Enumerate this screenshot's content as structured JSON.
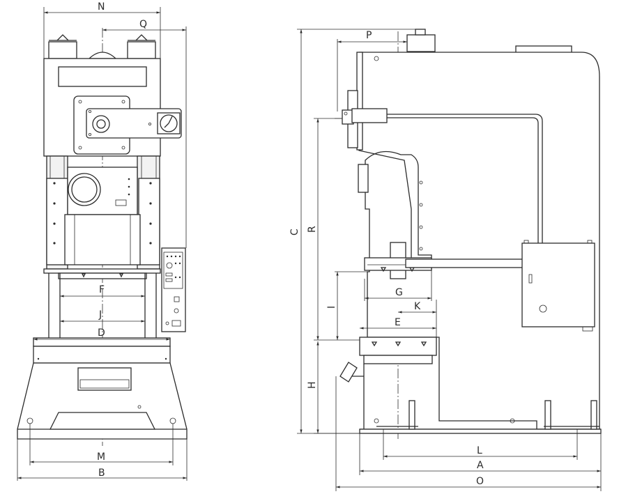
{
  "diagram": {
    "front_view": {
      "labels": {
        "N": "N",
        "Q": "Q",
        "F": "F",
        "J": "J",
        "D": "D",
        "M": "M",
        "B": "B"
      }
    },
    "side_view": {
      "labels": {
        "P": "P",
        "C": "C",
        "R": "R",
        "G": "G",
        "K": "K",
        "I": "I",
        "E": "E",
        "H": "H",
        "L": "L",
        "A": "A",
        "O": "O"
      }
    },
    "colors": {
      "line": "#2b2b2b",
      "fill": "#f2f2f2",
      "background": "#ffffff"
    }
  }
}
